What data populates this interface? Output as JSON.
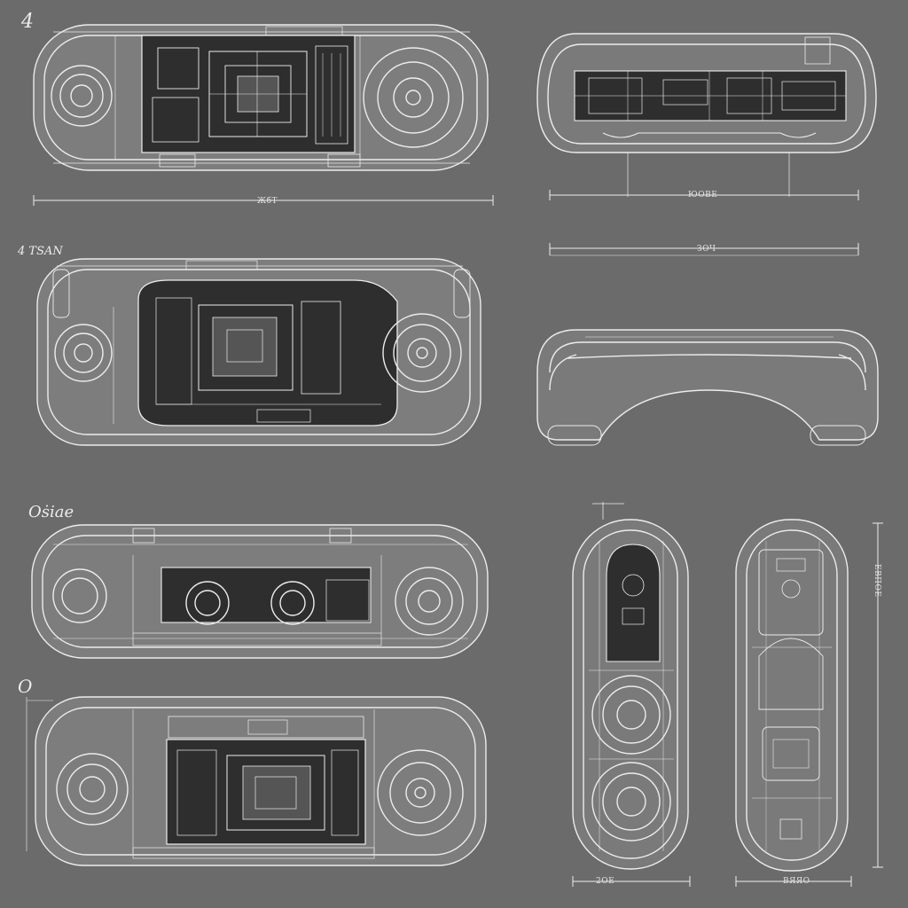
{
  "sheet": {
    "background": "#6b6b6b",
    "line_color": "#ececec",
    "shell_fill": "#858585",
    "core_fill": "#2e2e2e"
  },
  "labels": {
    "view_1": "4",
    "view_2": "4 TSAN",
    "view_3": "Oṡiae",
    "view_4": "O"
  },
  "dimensions": {
    "top_left": "ЖбТ",
    "top_right": "ЮОВЕ",
    "upper_right": "ЗОЧ",
    "bottom_front": "2ОЕ",
    "bottom_side": "ВЯЯО",
    "side_vertical": "ЕВПОЕ"
  }
}
